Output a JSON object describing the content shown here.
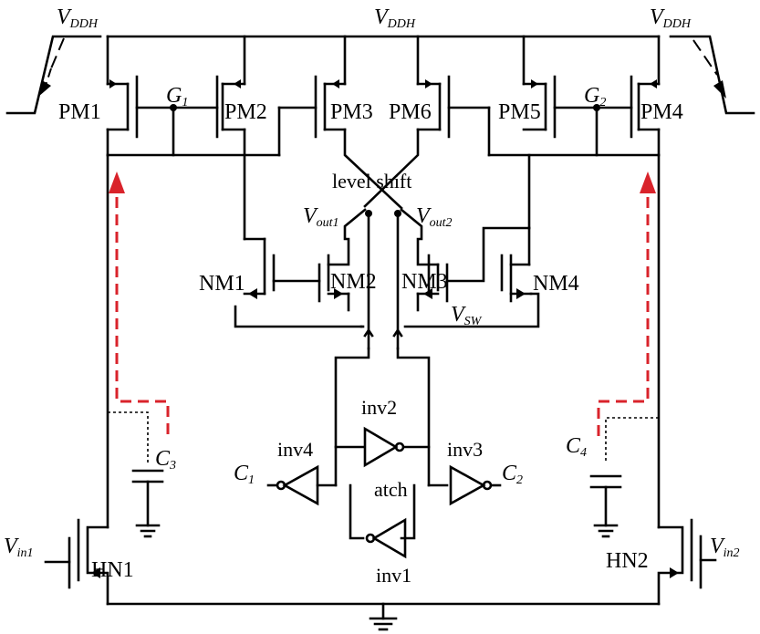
{
  "supply": {
    "symbol": "V",
    "subscript": "DDH"
  },
  "pmos": [
    "PM1",
    "PM2",
    "PM3",
    "PM6",
    "PM5",
    "PM4"
  ],
  "nmos": [
    "NM1",
    "NM2",
    "NM3",
    "NM4"
  ],
  "hv_nmos": [
    "HN1",
    "HN2"
  ],
  "nodes": {
    "g1": {
      "symbol": "G",
      "subscript": "1"
    },
    "g2": {
      "symbol": "G",
      "subscript": "2"
    },
    "vout1": {
      "symbol": "V",
      "subscript": "out1"
    },
    "vout2": {
      "symbol": "V",
      "subscript": "out2"
    },
    "vsw": {
      "symbol": "V",
      "subscript": "SW"
    },
    "vin1": {
      "symbol": "V",
      "subscript": "in1"
    },
    "vin2": {
      "symbol": "V",
      "subscript": "in2"
    },
    "c1": {
      "symbol": "C",
      "subscript": "1"
    },
    "c2": {
      "symbol": "C",
      "subscript": "2"
    },
    "c3": {
      "symbol": "C",
      "subscript": "3"
    },
    "c4": {
      "symbol": "C",
      "subscript": "4"
    }
  },
  "blocks": {
    "level_shift": "level shift",
    "latch": "atch"
  },
  "inverters": {
    "inv1": "inv1",
    "inv2": "inv2",
    "inv3": "inv3",
    "inv4": "inv4"
  },
  "colors": {
    "wire": "#000000",
    "current_path": "#d9232b"
  }
}
